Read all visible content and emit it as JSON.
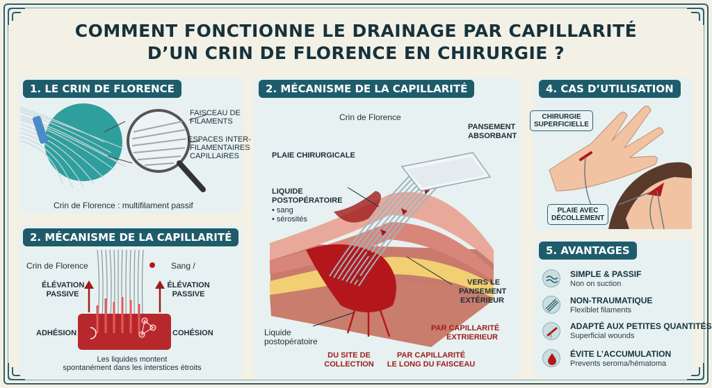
{
  "title": {
    "line1": "COMMENT FONCTIONNE LE DRAINAGE PAR CAPILLARITÉ",
    "line2": "D’UN CRIN DE FLORENCE EN CHIRURGIE ?"
  },
  "panel1": {
    "heading": "1. LE CRIN DE FLORENCE",
    "label_bundle_1": "FAISCEAU DE",
    "label_bundle_2": "FILAMENTS",
    "label_spaces_1": "ESPACES INTER-",
    "label_spaces_2": "FILAMENTAIRES",
    "label_spaces_3": "CAPILLAIRES",
    "caption": "Crin de Florence : multifilament passif"
  },
  "panel2": {
    "heading": "2. MÉCANISME DE LA CAPILLARITÉ",
    "crin": "Crin de Florence",
    "sang": "Sang /",
    "elev_left_1": "ÉLÉVATION",
    "elev_left_2": "PASSIVE",
    "elev_right_1": "ÉLÉVATION",
    "elev_right_2": "PASSIVE",
    "adhesion": "ADHÉSION",
    "cohesion": "COHÉSION",
    "caption_1": "Les liquides montent",
    "caption_2": "spontanément dans les interstices étroits"
  },
  "panel3": {
    "heading": "2. MÉCANISME DE LA CAPILLARITÉ",
    "crin": "Crin de Florence",
    "pansement_1": "PANSEMENT",
    "pansement_2": "ABSORBANT",
    "plaie": "PLAIE CHIRURGICALE",
    "liquide_1": "LIQUIDE",
    "liquide_2": "POSTOPÉRATOIRE",
    "bullet_1": "• sang",
    "bullet_2": "• sérosités",
    "liquide_bottom_1": "Liquide",
    "liquide_bottom_2": "postopératoire",
    "vers_1": "VERS LE",
    "vers_2": "PANSEMENT",
    "vers_3": "EXTÉRIEUR",
    "par_ext_1": "PAR CAPILLARITÉ",
    "par_ext_2": "EXTRIERIEUR",
    "site_1": "DU SITE DE",
    "site_2": "COLLECTION",
    "long_1": "PAR CAPILLARITÉ",
    "long_2": "LE LONG DU FAISCEAU"
  },
  "panel4": {
    "heading": "4. CAS D’UTILISATION",
    "chir_1": "CHIRURGIE",
    "chir_2": "SUPERFICIELLE",
    "plaie_1": "PLAIE AVEC",
    "plaie_2": "DÉCOLLEMENT"
  },
  "panel5": {
    "heading": "5. AVANTAGES",
    "items": [
      {
        "title": "SIMPLE & PASSIF",
        "sub": "Non on suction",
        "icon": "wave-icon"
      },
      {
        "title": "NON-TRAUMATIQUE",
        "sub": "Flexiblet filaments",
        "icon": "filaments-icon"
      },
      {
        "title": "ADAPTÉ AUX PETITES QUANTITÉS",
        "sub": "Superficial wounds",
        "icon": "wound-icon"
      },
      {
        "title": "ÉVITE L’ACCUMULATION",
        "sub": "Prevents seroma/hématoma",
        "icon": "blood-drop-icon"
      }
    ]
  },
  "colors": {
    "heading_bg": "#1f5c6b",
    "panel_bg": "#e7f1f1",
    "page_bg": "#f3f0e6",
    "blood": "#b3171c",
    "accent_red": "#a01c1c"
  }
}
